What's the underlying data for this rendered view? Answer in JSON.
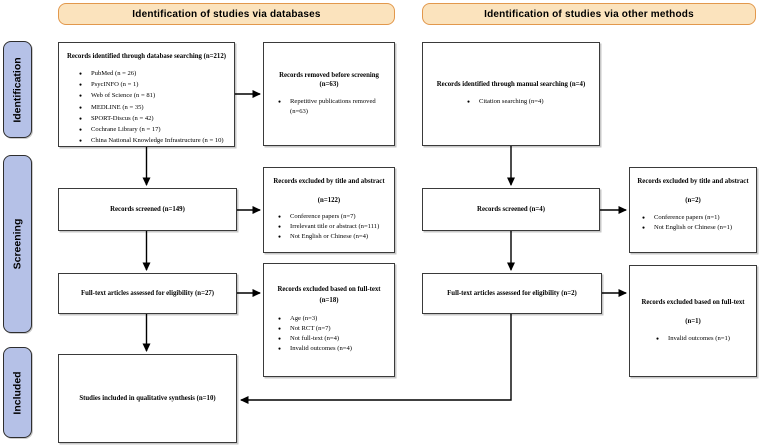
{
  "banners": {
    "databases": "Identification of studies via databases",
    "other_methods": "Identification of studies via other methods"
  },
  "stages": {
    "identification": "Identification",
    "screening": "Screening",
    "included": "Included"
  },
  "colors": {
    "banner_fill": "#FBE3BD",
    "banner_border": "#E2984C",
    "stage_fill": "#B5C1E7",
    "box_border": "#3A3A3A",
    "arrow": "#000000"
  },
  "left_column": {
    "identified": {
      "title": "Records identified through database searching (n=212)",
      "bullets": [
        "PubMed (n = 26)",
        "PsycINFO (n = 1)",
        "Web of Science (n = 81)",
        "MEDLINE (n = 35)",
        "SPORT-Discus (n = 42)",
        "Cochrane Library (n = 17)",
        "China National Knowledge Infrastructure (n = 10)"
      ]
    },
    "removed": {
      "title": "Records removed before screening (n=63)",
      "bullets": [
        "Repetitive publications removed (n=63)"
      ]
    },
    "screened": {
      "title": "Records screened (n=149)"
    },
    "excluded_title_abstract": {
      "title": "Records excluded by title and abstract",
      "count": "(n=122)",
      "bullets": [
        "Conference papers (n=7)",
        "Irrelevant title or abstract (n=111)",
        "Not English or Chinese (n=4)"
      ]
    },
    "fulltext": {
      "title": "Full-text articles assessed for eligibility (n=27)"
    },
    "excluded_fulltext": {
      "title": "Records excluded based on full-text",
      "count": "(n=18)",
      "bullets": [
        "Age (n=3)",
        "Not RCT (n=7)",
        "Not full-text (n=4)",
        "Invalid outcomes (n=4)"
      ]
    },
    "included": {
      "title": "Studies included in qualitative synthesis (n=10)"
    }
  },
  "right_column": {
    "identified": {
      "title": "Records identified through manual searching (n=4)",
      "bullets": [
        "Citation searching (n=4)"
      ]
    },
    "screened": {
      "title": "Records screened (n=4)"
    },
    "excluded_title_abstract": {
      "title": "Records excluded by title and abstract",
      "count": "(n=2)",
      "bullets": [
        "Conference papers (n=1)",
        "Not English or Chinese (n=1)"
      ]
    },
    "fulltext": {
      "title": "Full-text articles assessed for eligibility (n=2)"
    },
    "excluded_fulltext": {
      "title": "Records excluded based on full-text",
      "count": "(n=1)",
      "bullets": [
        "Invalid outcomes (n=1)"
      ]
    }
  }
}
